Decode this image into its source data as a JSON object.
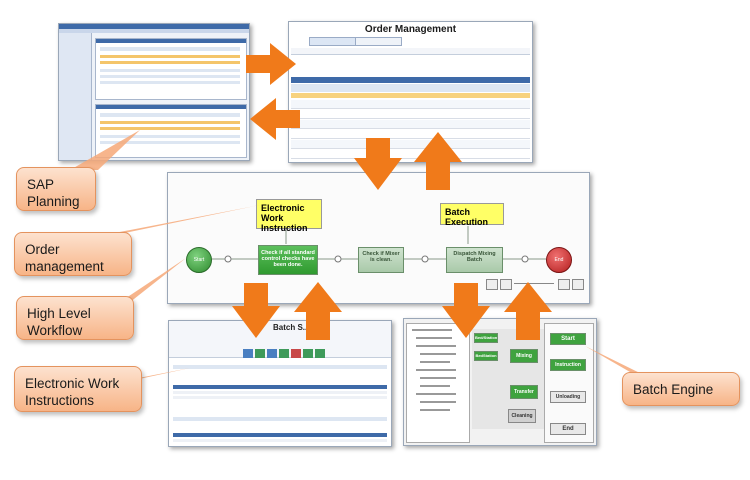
{
  "labels": {
    "sap_planning": [
      "SAP",
      "Planning"
    ],
    "order_management": [
      "Order",
      "management"
    ],
    "high_level_workflow": [
      "High Level",
      "Workflow"
    ],
    "electronic_work_instructions": [
      "Electronic Work",
      "Instructions"
    ],
    "batch_engine": "Batch Engine"
  },
  "order_screen": {
    "title": "Order Management"
  },
  "workflow": {
    "label_ewi": "Electronic Work Instruction",
    "label_batch": "Batch Execution",
    "start_text": "Start",
    "step1_text": "Check if all standard control checks have been done.",
    "step2_text": "Check if Mixer is clean.",
    "step3_text": "Dispatch Mixing Batch",
    "end_text": "End"
  },
  "ewi_screen": {
    "title": "Batch S..."
  },
  "batch_screen": {
    "steps": [
      "Start",
      "Instruction",
      "Unloading",
      "End"
    ],
    "green_boxes": [
      "Mixing",
      "Transfer",
      "Cleaning"
    ],
    "left_boxes": [
      "Bed/Station",
      "BedStation"
    ]
  },
  "colors": {
    "arrow": "#f07a1a",
    "callout_top": "#fde2cf",
    "callout_bottom": "#f7b487",
    "node_green": "#3aa63a",
    "node_red": "#c62b2b"
  }
}
